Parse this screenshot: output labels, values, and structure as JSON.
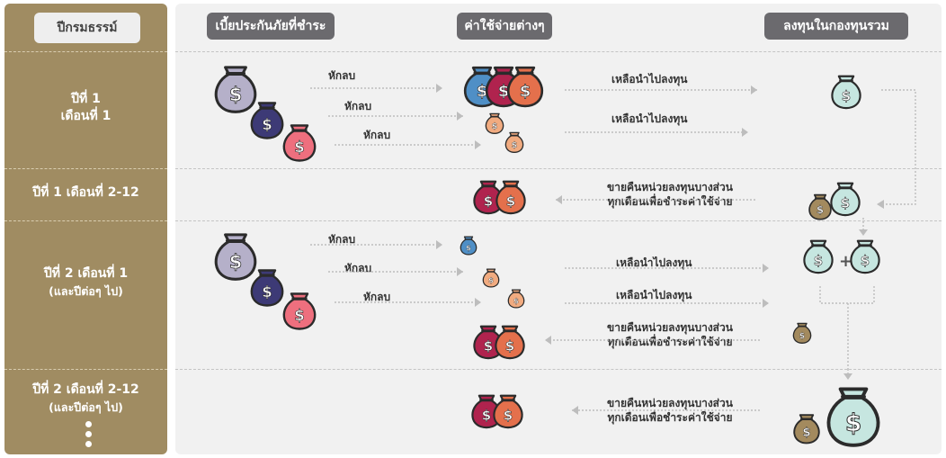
{
  "headers": {
    "year_month": "ปีกรมธรรม์",
    "premium": "เบี้ยประกันภัยที่ชำระ",
    "expenses": "ค่าใช้จ่ายต่างๆ",
    "fund": "ลงทุนในกองทุนรวม"
  },
  "rows": [
    {
      "label_line1": "ปีที่ 1",
      "label_line2": "เดือนที่ 1",
      "label_sub": ""
    },
    {
      "label_line1": "ปีที่ 1 เดือนที่ 2-12",
      "label_line2": "",
      "label_sub": ""
    },
    {
      "label_line1": "ปีที่ 2 เดือนที่ 1",
      "label_line2": "",
      "label_sub": "(และปีต่อๆ ไป)"
    },
    {
      "label_line1": "ปีที่ 2 เดือนที่ 2-12",
      "label_line2": "",
      "label_sub": "(และปีต่อๆ ไป)"
    }
  ],
  "labels": {
    "deduct": "หักลบ",
    "invest_remaining": "เหลือนำไปลงทุน",
    "redeem_line1": "ขายคืนหน่วยลงทุนบางส่วน",
    "redeem_line2": "ทุกเดือนเพื่อชำระค่าใช้จ่าย",
    "plus": "+"
  },
  "colors": {
    "left_panel": "#a08c62",
    "main_panel": "#f1f1f1",
    "header_dark": "#6b6a6e",
    "bag_lavender": "#b5b0c9",
    "bag_navy": "#3d3a76",
    "bag_pink": "#ee6f7e",
    "bag_blue": "#4f8fc6",
    "bag_crimson": "#b0234e",
    "bag_orange": "#e4704c",
    "bag_peach": "#f1ab80",
    "bag_mint": "#c6e6e0",
    "bag_olive": "#a38a5e",
    "arrow": "#bdbdbd"
  }
}
